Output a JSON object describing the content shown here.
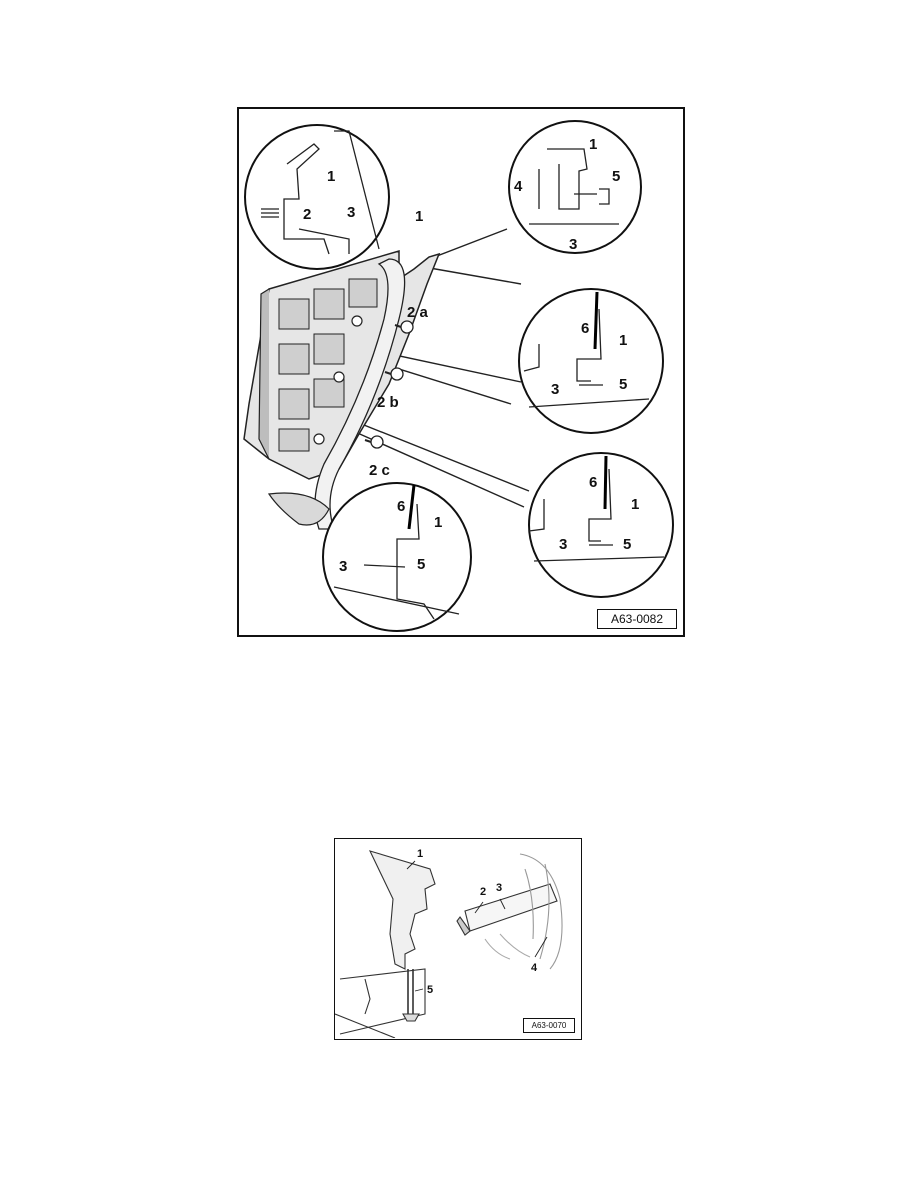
{
  "figure1": {
    "code": "A63-0082",
    "labels": {
      "top_left_1": "1",
      "top_left_2": "2",
      "top_left_3": "3",
      "main_1": "1",
      "top_right_1": "1",
      "top_right_4": "4",
      "top_right_5": "5",
      "top_right_3": "3",
      "screw_2a": "2 a",
      "screw_2b": "2 b",
      "screw_2c": "2 c",
      "mid_right_6": "6",
      "mid_right_1": "1",
      "mid_right_3": "3",
      "mid_right_5": "5",
      "low_right_6": "6",
      "low_right_1": "1",
      "low_right_3": "3",
      "low_right_5": "5",
      "bottom_6": "6",
      "bottom_1": "1",
      "bottom_3": "3",
      "bottom_5": "5"
    }
  },
  "figure2": {
    "code": "A63-0070",
    "labels": {
      "l1": "1",
      "l2": "2",
      "l3": "3",
      "l4": "4",
      "l5": "5"
    }
  }
}
